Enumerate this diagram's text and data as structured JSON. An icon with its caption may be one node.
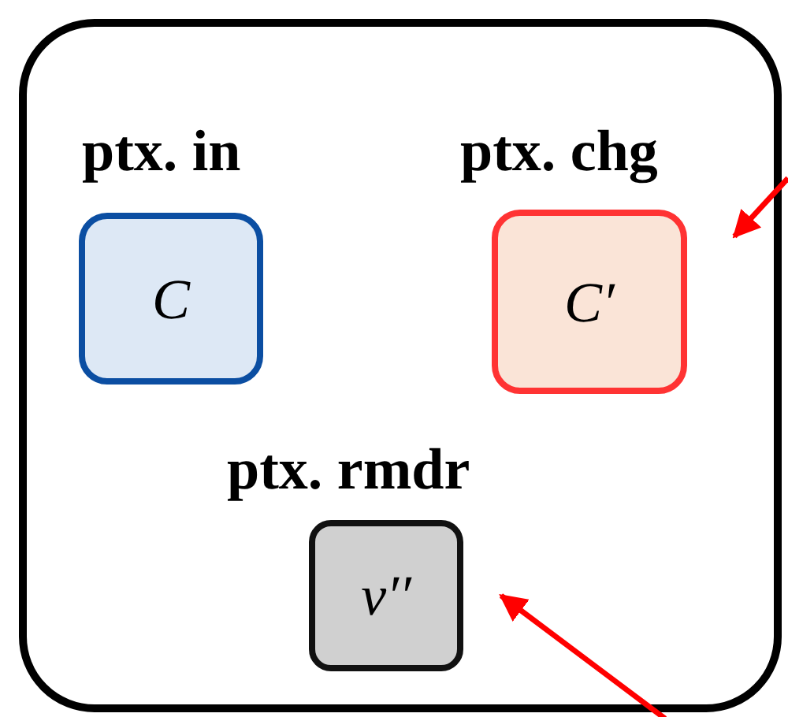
{
  "diagram": {
    "nodes": [
      {
        "text": [],
        "shape": "box"
      },
      {
        "text": [
          "ptx. in",
          "C"
        ],
        "in": 0
      },
      {
        "text": [
          "ptx. chg",
          "C′"
        ],
        "in": 0
      },
      {
        "text": [
          "ptx. rmdr",
          "v′′"
        ],
        "in": 0
      }
    ],
    "edges": [
      {
        "from": null,
        "to": 2,
        "arrow": "to"
      },
      {
        "from": null,
        "to": 3,
        "arrow": "to"
      }
    ]
  }
}
